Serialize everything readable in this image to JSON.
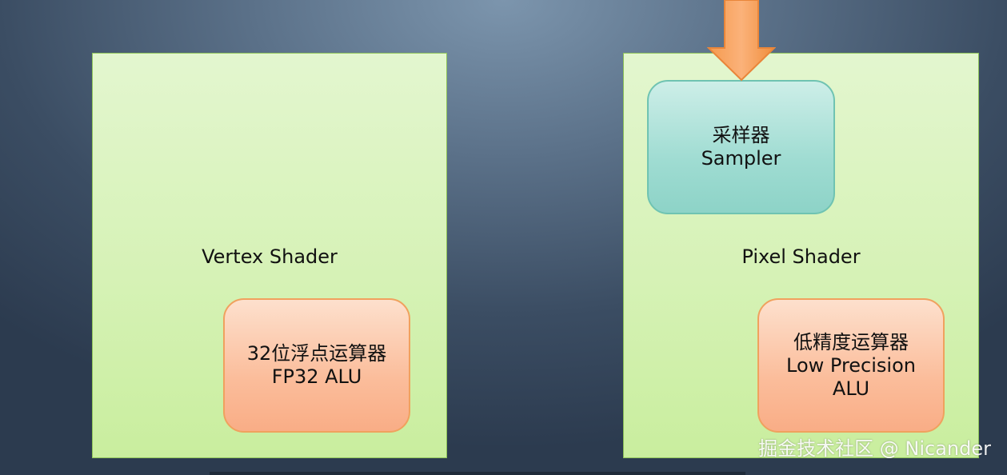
{
  "vertex_shader": {
    "label": "Vertex Shader",
    "alu": {
      "line1": "32位浮点运算器",
      "line2": "FP32 ALU"
    }
  },
  "pixel_shader": {
    "label": "Pixel Shader",
    "sampler": {
      "line1": "采样器",
      "line2": "Sampler"
    },
    "alu": {
      "line1": "低精度运算器",
      "line2": "Low Precision",
      "line3": "ALU"
    }
  },
  "watermark": "掘金技术社区 @ Nicander",
  "colors": {
    "panel_fill": "#d6f2b6",
    "alu_fill": "#fbbd9b",
    "sampler_fill": "#9fdcd2",
    "arrow_fill": "#f79a4a"
  }
}
